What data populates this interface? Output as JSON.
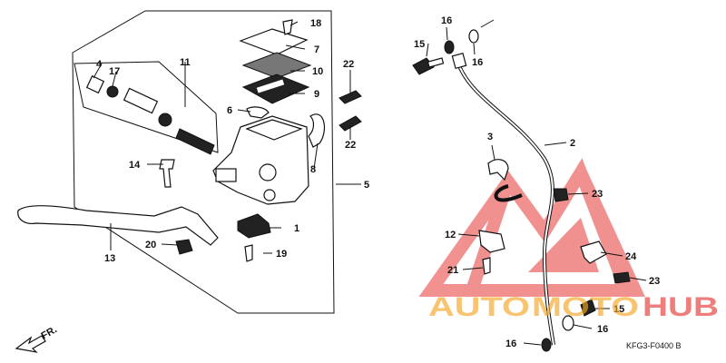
{
  "diagram": {
    "code_label": "KFG3-F0400 B",
    "direction_label": "FR.",
    "colors": {
      "line": "#111111",
      "watermark_red": "#e53935",
      "watermark_orange": "#f5a623"
    },
    "callouts": {
      "c1": "1",
      "c2": "2",
      "c3": "3",
      "c4": "4",
      "c5": "5",
      "c6": "6",
      "c7": "7",
      "c8": "8",
      "c9": "9",
      "c10": "10",
      "c11": "11",
      "c12": "12",
      "c13": "13",
      "c14": "14",
      "c15a": "15",
      "c15b": "15",
      "c16a": "16",
      "c16b": "16",
      "c16c": "16",
      "c16d": "16",
      "c17": "17",
      "c18": "18",
      "c19": "19",
      "c20": "20",
      "c21": "21",
      "c22a": "22",
      "c22b": "22",
      "c23a": "23",
      "c23b": "23",
      "c24": "24"
    }
  },
  "watermark": {
    "word_auto": "AUTO",
    "word_moto": "MOTO",
    "word_hub": "HUB"
  }
}
